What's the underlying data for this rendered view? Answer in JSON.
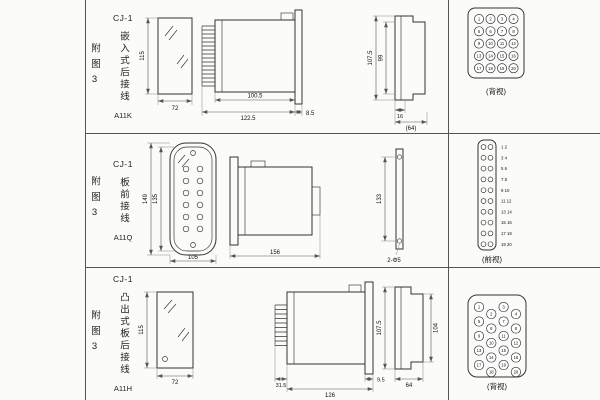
{
  "page_bg": "#fbfbf9",
  "line_color": "#555555",
  "rows": [
    {
      "figure_label": "附图3",
      "model": "CJ-1",
      "mount_type": "嵌入式后接线",
      "code": "A11K",
      "view_label": "(背视)",
      "dims": {
        "front_height": "115",
        "front_width": "72",
        "body_length": "100.5",
        "total_length": "122.5",
        "flange_depth": "8.5",
        "cutout_height_outer": "107.5",
        "cutout_height_inner": "99",
        "cutout_step": "16",
        "cutout_width_ref": "(64)"
      },
      "terminals": [
        1,
        2,
        3,
        4,
        5,
        6,
        7,
        8,
        9,
        10,
        11,
        12,
        13,
        14,
        15,
        16,
        17,
        18,
        19,
        20
      ]
    },
    {
      "figure_label": "附图3",
      "model": "CJ-1",
      "mount_type": "板前接线",
      "code": "A11Q",
      "view_label": "(前视)",
      "dims": {
        "plate_height_outer": "149",
        "plate_height_inner": "135",
        "plate_width": "105",
        "body_length": "156",
        "hole_spacing": "133",
        "hole_note": "2-Φ5"
      },
      "terminal_rows": [
        "1 2",
        "3 4",
        "5 6",
        "7 8",
        "9 10",
        "11 12",
        "13 14",
        "15 16",
        "17 18",
        "19 20"
      ]
    },
    {
      "figure_label": "附图3",
      "model": "CJ-1",
      "mount_type": "凸出式板后接线",
      "code": "A11H",
      "view_label": "(背视)",
      "dims": {
        "front_height": "115",
        "front_width": "72",
        "flange_depth": "9.5",
        "pin_length": "31.5",
        "body_length": "126",
        "cutout_height_outer": "107.5",
        "cutout_height_inner": "104",
        "cutout_width": "64"
      },
      "terminals": [
        1,
        2,
        3,
        4,
        5,
        6,
        7,
        8,
        9,
        10,
        11,
        12,
        13,
        14,
        15,
        16,
        17,
        18,
        19,
        20
      ]
    }
  ]
}
